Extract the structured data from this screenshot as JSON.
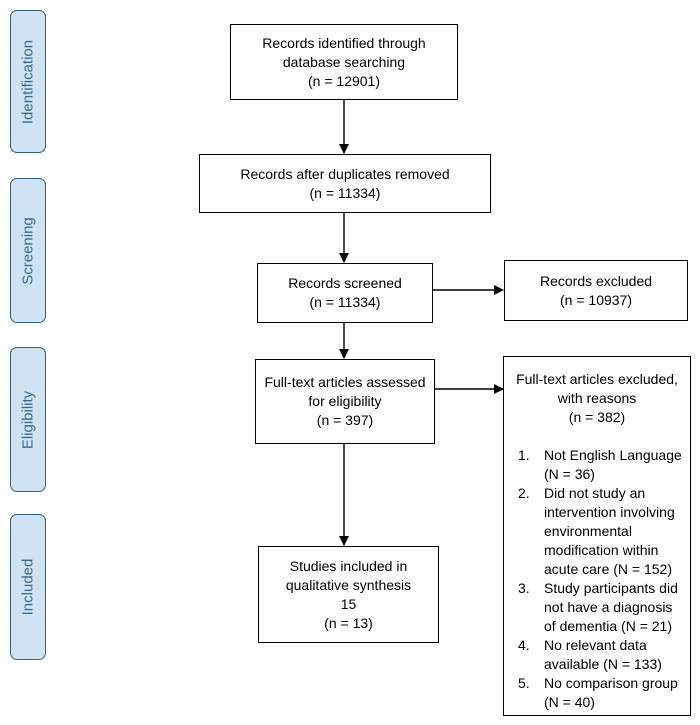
{
  "phases": {
    "identification": "Identification",
    "screening": "Screening",
    "eligibility": "Eligibility",
    "included": "Included"
  },
  "boxes": {
    "identified": {
      "line1": "Records identified through",
      "line2": "database searching",
      "line3": "(n = 12901)"
    },
    "duplicates": {
      "line1": "Records after duplicates removed",
      "line2": "(n = 11334)"
    },
    "screened": {
      "line1": "Records screened",
      "line2": "(n = 11334)"
    },
    "excluded": {
      "line1": "Records excluded",
      "line2": "(n = 10937)"
    },
    "fulltext": {
      "line1": "Full-text articles assessed",
      "line2": "for eligibility",
      "line3": "(n = 397)"
    },
    "included": {
      "line1": "Studies included in",
      "line2": "qualitative synthesis",
      "line3": "15",
      "line4": "(n = 13)"
    }
  },
  "fulltext_excluded": {
    "head1": "Full-text articles excluded,",
    "head2": "with reasons",
    "head3": "(n = 382)",
    "reasons": [
      {
        "num": "1.",
        "text": "Not English Language (N = 36)"
      },
      {
        "num": "2.",
        "text": "Did not study an intervention involving environmental modification within acute care (N = 152)"
      },
      {
        "num": "3.",
        "text": "Study participants did not have a diagnosis of dementia (N = 21)"
      },
      {
        "num": "4.",
        "text": "No relevant data available (N = 133)"
      },
      {
        "num": "5.",
        "text": "No comparison group (N = 40)"
      }
    ]
  }
}
